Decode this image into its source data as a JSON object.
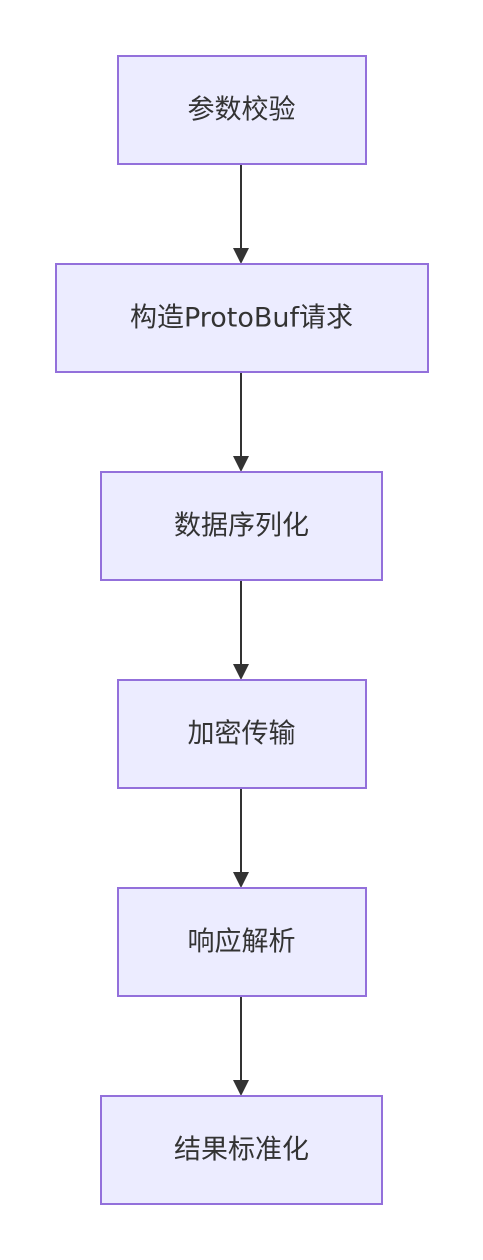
{
  "diagram": {
    "type": "flowchart",
    "direction": "top-to-bottom",
    "colors": {
      "node_fill": "#ECECFF",
      "node_border": "#9370DB",
      "edge": "#333333",
      "text": "#333333"
    },
    "nodes": [
      {
        "id": "step1",
        "label": "参数校验"
      },
      {
        "id": "step2",
        "label": "构造ProtoBuf请求"
      },
      {
        "id": "step3",
        "label": "数据序列化"
      },
      {
        "id": "step4",
        "label": "加密传输"
      },
      {
        "id": "step5",
        "label": "响应解析"
      },
      {
        "id": "step6",
        "label": "结果标准化"
      }
    ],
    "edges": [
      {
        "from": "step1",
        "to": "step2"
      },
      {
        "from": "step2",
        "to": "step3"
      },
      {
        "from": "step3",
        "to": "step4"
      },
      {
        "from": "step4",
        "to": "step5"
      },
      {
        "from": "step5",
        "to": "step6"
      }
    ]
  }
}
